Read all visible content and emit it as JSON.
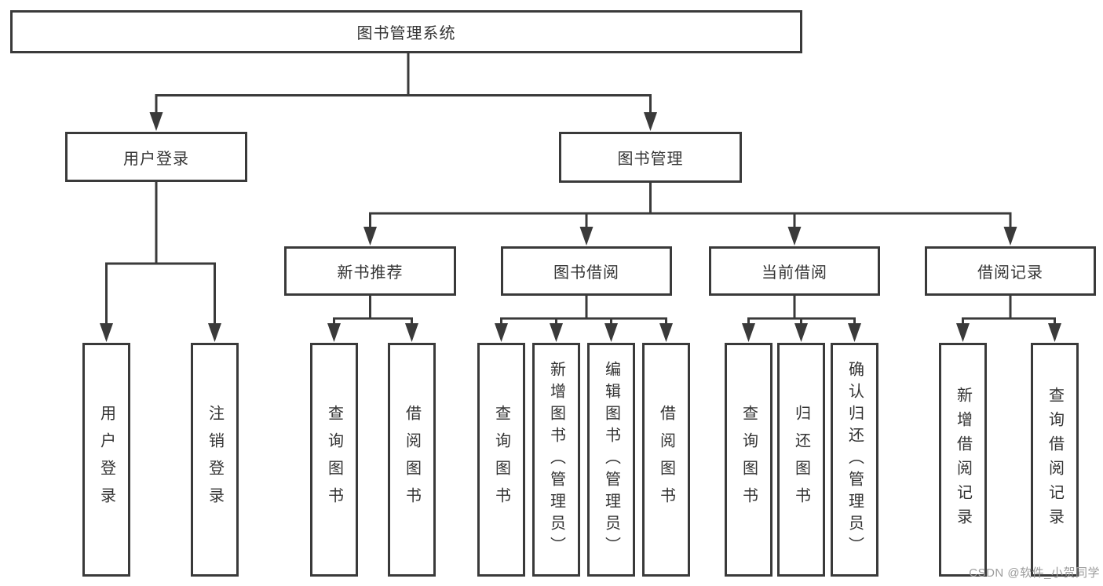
{
  "colors": {
    "line": "#3a3a3a",
    "text": "#333333",
    "watermark": "#9c9c9c",
    "background": "#ffffff"
  },
  "tree": {
    "root": {
      "label": "图书管理系统"
    },
    "branches": [
      {
        "label": "用户登录",
        "children": [
          {
            "label": "用户登录"
          },
          {
            "label": "注销登录"
          }
        ]
      },
      {
        "label": "图书管理",
        "children": [
          {
            "label": "新书推荐",
            "children": [
              {
                "label": "查询图书"
              },
              {
                "label": "借阅图书"
              }
            ]
          },
          {
            "label": "图书借阅",
            "children": [
              {
                "label": "查询图书"
              },
              {
                "label": "新增图书（管理员）"
              },
              {
                "label": "编辑图书（管理员）"
              },
              {
                "label": "借阅图书"
              }
            ]
          },
          {
            "label": "当前借阅",
            "children": [
              {
                "label": "查询图书"
              },
              {
                "label": "归还图书"
              },
              {
                "label": "确认归还（管理员）"
              }
            ]
          },
          {
            "label": "借阅记录",
            "children": [
              {
                "label": "新增借阅记录"
              },
              {
                "label": "查询借阅记录"
              }
            ]
          }
        ]
      }
    ]
  },
  "watermark": {
    "label": "CSDN @软件_小贺同学"
  }
}
